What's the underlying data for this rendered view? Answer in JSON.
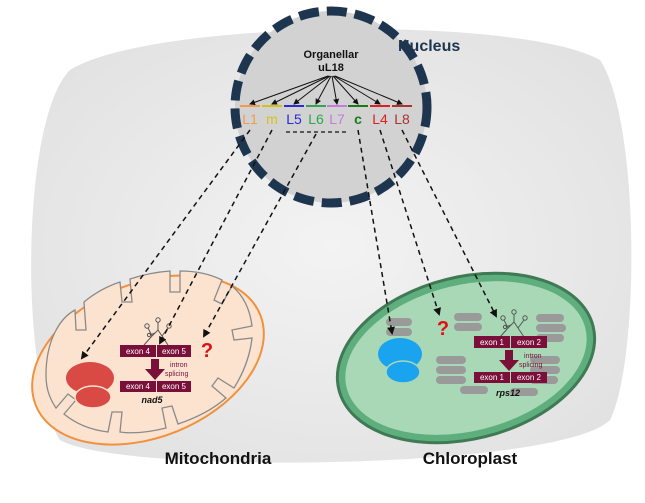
{
  "nucleus": {
    "title": "Nucleus",
    "label_line1": "Organellar",
    "label_line2": "uL18",
    "paralogs": [
      {
        "text": "L1",
        "color": "#f59a4c"
      },
      {
        "text": "m",
        "color": "#d4c21a"
      },
      {
        "text": "L5",
        "color": "#2a2ad6"
      },
      {
        "text": "L6",
        "color": "#2ea84a"
      },
      {
        "text": "L7",
        "color": "#c57be0"
      },
      {
        "text": "c",
        "color": "#1a7a1a"
      },
      {
        "text": "L4",
        "color": "#e02020"
      },
      {
        "text": "L8",
        "color": "#b03030"
      }
    ]
  },
  "mitochondria": {
    "title": "Mitochondria",
    "exon_a": "exon 4",
    "exon_b": "exon 5",
    "process_line1": "intron",
    "process_line2": "splicing",
    "gene": "nad5",
    "unknown": "?"
  },
  "chloroplast": {
    "title": "Chloroplast",
    "exon_a": "exon 1",
    "exon_b": "exon 2",
    "process_line1": "intron",
    "process_line2": "splicing",
    "gene": "rps12",
    "unknown": "?"
  },
  "colors": {
    "background": "#ebebeb",
    "nucleus_fill": "#d2d2d2",
    "nucleus_border": "#1e3550",
    "mito_fill": "#fbe3d0",
    "mito_border": "#f2913d",
    "chloro_fill": "#5fae7d",
    "chloro_border": "#3f7a54",
    "exon_box": "#7a0f3a",
    "question": "#e01010"
  }
}
